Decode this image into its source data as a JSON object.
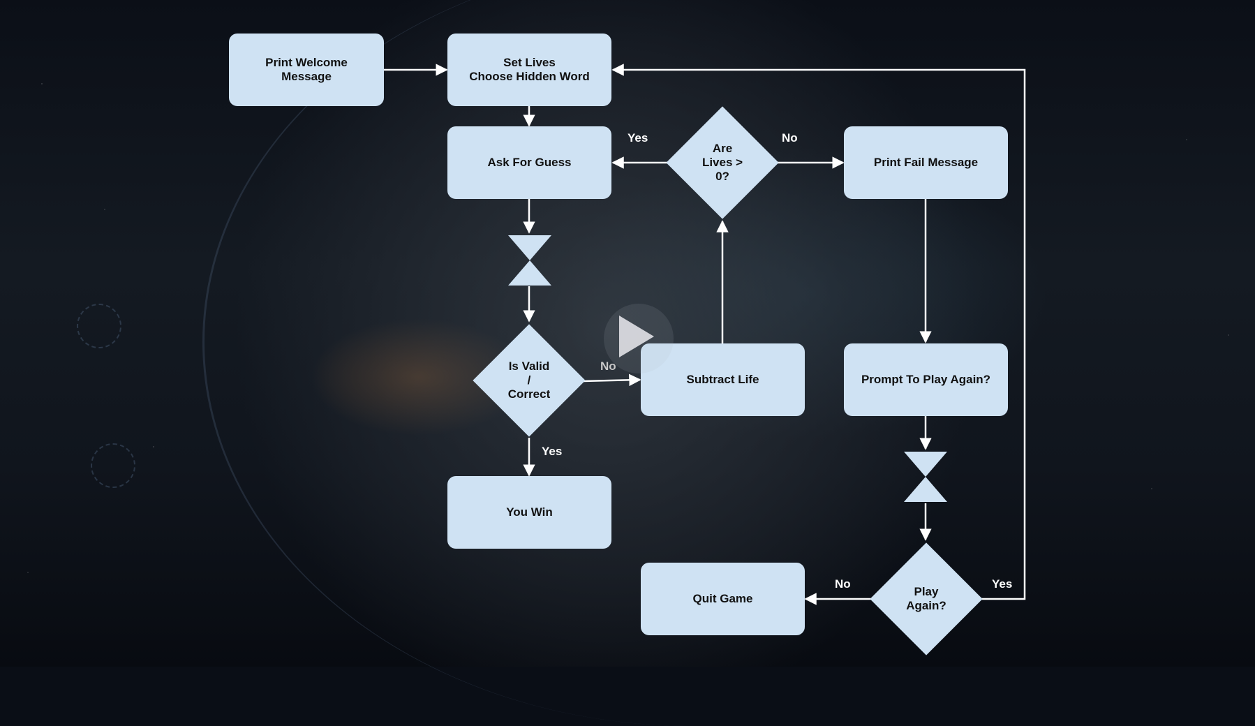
{
  "nodes": {
    "print_welcome": "Print Welcome\nMessage",
    "set_lives": "Set Lives\nChoose Hidden Word",
    "ask_for_guess": "Ask For Guess",
    "are_lives": "Are\nLives >\n0?",
    "print_fail": "Print Fail Message",
    "is_valid": "Is Valid\n/\nCorrect",
    "subtract_life": "Subtract Life",
    "prompt_play_again": "Prompt To Play Again?",
    "you_win": "You Win",
    "quit_game": "Quit Game",
    "play_again": "Play\nAgain?"
  },
  "edge_labels": {
    "lives_yes": "Yes",
    "lives_no": "No",
    "valid_no": "No",
    "valid_yes": "Yes",
    "again_no": "No",
    "again_yes": "Yes"
  },
  "colors": {
    "node_fill": "#cfe2f3",
    "edge": "#ffffff"
  },
  "icons": [
    "play-icon",
    "hourglass-icon"
  ]
}
